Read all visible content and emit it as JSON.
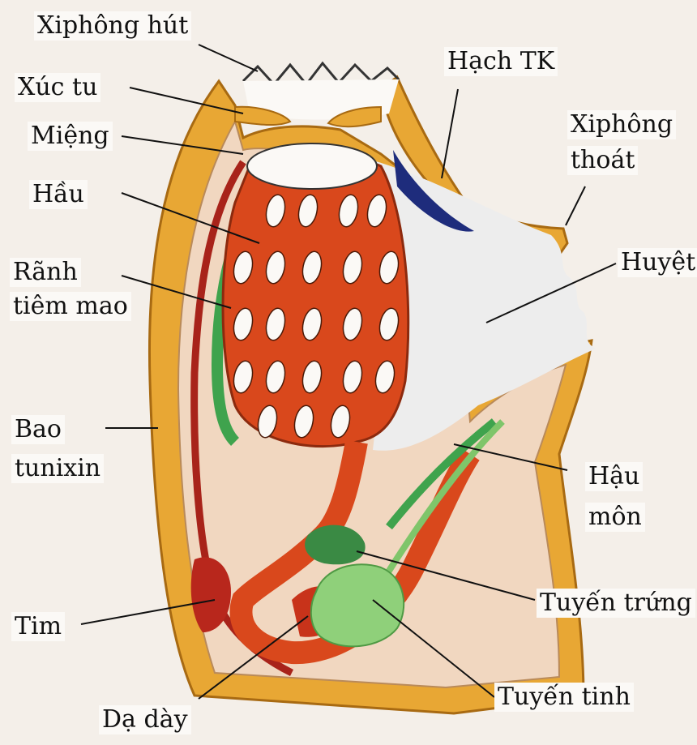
{
  "labels": {
    "xiphong_hut": "Xiphông hút",
    "xuc_tu": "Xúc tu",
    "mieng": "Miệng",
    "hau_pharynx": "Hầu",
    "ranh_tiem_mao_1": "Rãnh",
    "ranh_tiem_mao_2": "tiêm mao",
    "bao_tunixin_1": "Bao",
    "bao_tunixin_2": "tunixin",
    "tim": "Tim",
    "da_day": "Dạ dày",
    "hach_tk": "Hạch TK",
    "xiphong_thoat_1": "Xiphông",
    "xiphong_thoat_2": "thoát",
    "huyet": "Huyệt",
    "hau_mon_1": "Hậu",
    "hau_mon_2": "môn",
    "tuyen_trung": "Tuyến trứng",
    "tuyen_tinh": "Tuyến tinh"
  },
  "colors": {
    "background": "#f4efe9",
    "tunic": "#e8a734",
    "tunic_outline": "#a86a12",
    "inner_body": "#f1d7c0",
    "pharynx": "#d9481c",
    "vessel": "#a8231a",
    "gut_green": "#3fa34d",
    "gonad_green": "#8fd07a",
    "ganglion_blue": "#1e2c7c",
    "cloaca": "#ededed"
  }
}
